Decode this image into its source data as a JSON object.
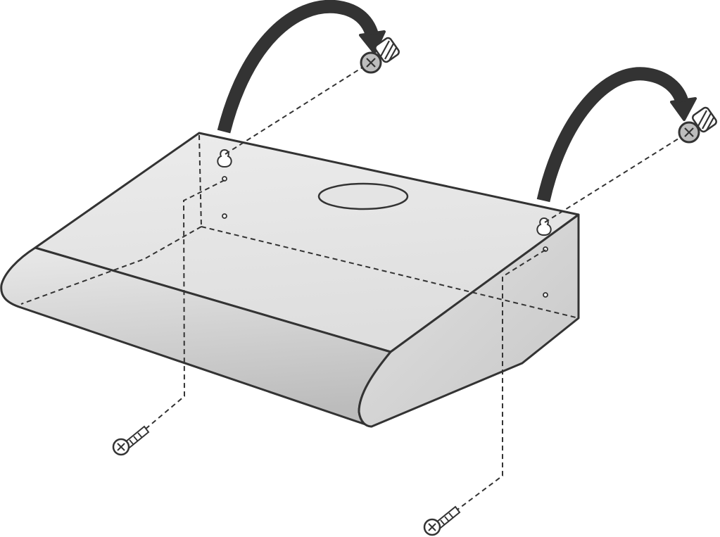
{
  "diagram": {
    "subject": "range-hood-installation",
    "parts": [
      {
        "name": "range-hood-body"
      },
      {
        "name": "duct-opening"
      },
      {
        "name": "keyhole-slot-left"
      },
      {
        "name": "keyhole-slot-right"
      },
      {
        "name": "wall-screw-top-left"
      },
      {
        "name": "wall-screw-top-right"
      },
      {
        "name": "cabinet-screw-bottom-left"
      },
      {
        "name": "cabinet-screw-bottom-right"
      }
    ],
    "colors": {
      "outline": "#333333",
      "hood_light": "#ececec",
      "hood_mid": "#d9d9d9",
      "hood_dark": "#b9b9b9",
      "screw_fill": "#bdbdbd",
      "arrow": "#333333"
    }
  }
}
